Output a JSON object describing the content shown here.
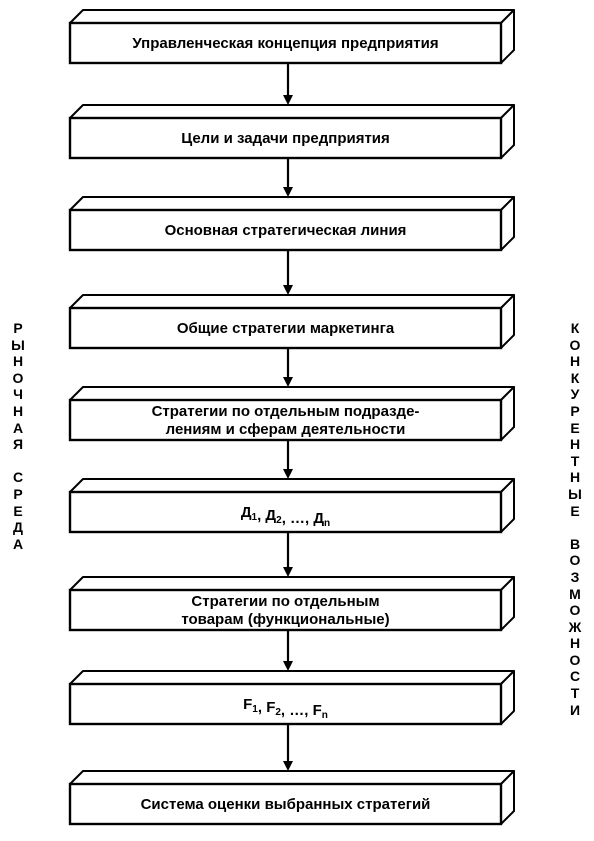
{
  "boxes": [
    {
      "lines": [
        [
          {
            "t": "Управленческая концепция предприятия"
          }
        ]
      ]
    },
    {
      "lines": [
        [
          {
            "t": "Цели и задачи предприятия"
          }
        ]
      ]
    },
    {
      "lines": [
        [
          {
            "t": "Основная стратегическая линия"
          }
        ]
      ]
    },
    {
      "lines": [
        [
          {
            "t": "Общие стратегии маркетинга"
          }
        ]
      ]
    },
    {
      "lines": [
        [
          {
            "t": "Стратегии по отдельным подразде-"
          }
        ],
        [
          {
            "t": "лениям и сферам деятельности"
          }
        ]
      ]
    },
    {
      "lines": [
        [
          {
            "t": "Д"
          },
          {
            "t": "1",
            "sub": true
          },
          {
            "t": ", Д"
          },
          {
            "t": "2",
            "sub": true
          },
          {
            "t": ", …, Д"
          },
          {
            "t": "n",
            "sub": true
          }
        ]
      ]
    },
    {
      "lines": [
        [
          {
            "t": "Стратегии по отдельным"
          }
        ],
        [
          {
            "t": "товарам (функциональные)"
          }
        ]
      ]
    },
    {
      "lines": [
        [
          {
            "t": "F"
          },
          {
            "t": "1",
            "sub": true
          },
          {
            "t": ", F"
          },
          {
            "t": "2",
            "sub": true
          },
          {
            "t": ", …, F"
          },
          {
            "t": "n",
            "sub": true
          }
        ]
      ]
    },
    {
      "lines": [
        [
          {
            "t": "Система оценки выбранных стратегий"
          }
        ]
      ]
    }
  ],
  "side_labels": {
    "left": [
      "Р",
      "Ы",
      "Н",
      "О",
      "Ч",
      "Н",
      "А",
      "Я",
      " ",
      "С",
      "Р",
      "Е",
      "Д",
      "А"
    ],
    "right": [
      "К",
      "О",
      "Н",
      "К",
      "У",
      "Р",
      "Е",
      "Н",
      "Т",
      "Н",
      "Ы",
      "Е",
      " ",
      "В",
      "О",
      "З",
      "М",
      "О",
      "Ж",
      "Н",
      "О",
      "С",
      "Т",
      "И"
    ]
  },
  "colors": {
    "stroke": "#000000",
    "face": "#ffffff",
    "top": "#ffffff",
    "side": "#ffffff"
  }
}
